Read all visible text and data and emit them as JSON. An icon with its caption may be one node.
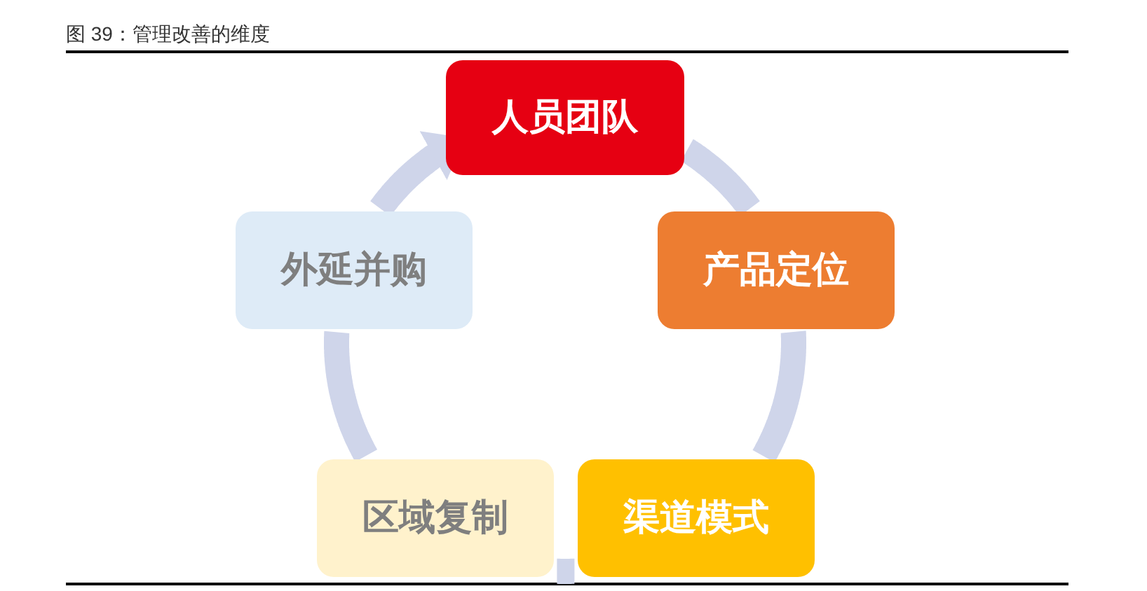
{
  "diagram": {
    "title": "图 39：管理改善的维度",
    "nodes": [
      {
        "text": [
          "人员团队"
        ]
      },
      {
        "text": [
          "产品定位"
        ]
      },
      {
        "text": [
          "渠道模式"
        ]
      },
      {
        "text": [
          "区域复制"
        ]
      },
      {
        "text": [
          "外延并购"
        ]
      }
    ],
    "edges": [
      {
        "from": 0,
        "to": 1,
        "arrow": "none"
      },
      {
        "from": 1,
        "to": 2,
        "arrow": "none"
      },
      {
        "from": 2,
        "to": 3,
        "arrow": "none"
      },
      {
        "from": 3,
        "to": 4,
        "arrow": "none"
      },
      {
        "from": 4,
        "to": 0,
        "arrow": "to"
      }
    ]
  }
}
